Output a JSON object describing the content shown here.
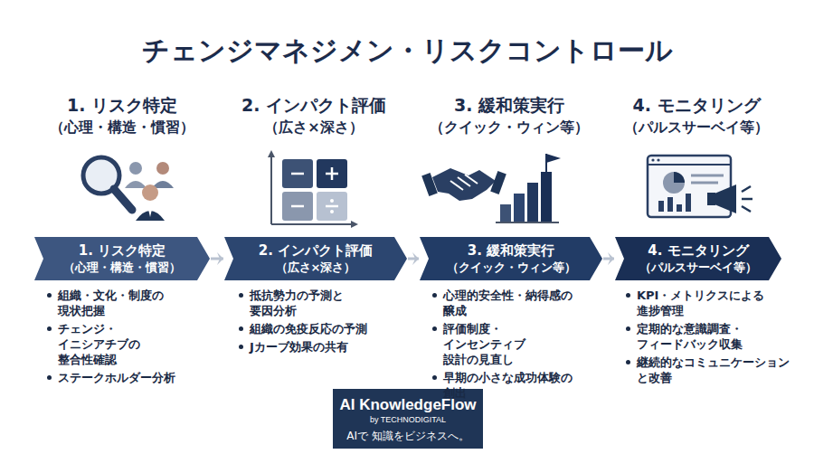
{
  "diagram": {
    "title": "チェンジマネジメン・リスクコントロール",
    "nodes": [
      {
        "text": [
          "1. リスク特定",
          "（心理・構造・慣習）"
        ]
      },
      {
        "text": [
          "2. インパクト評価",
          "（広さ×深さ）"
        ]
      },
      {
        "text": [
          "3. 緩和策実行",
          "（クイック・ウィン等）"
        ]
      },
      {
        "text": [
          "4. モニタリング",
          "（パルスサーベイ等）"
        ]
      },
      {
        "text": [
          "AI KnowledgeFlow",
          "by TECHNODIGITAL",
          "AIで 知識をビジネスへ。"
        ]
      }
    ],
    "edges": [
      {
        "from": 0,
        "to": 1,
        "arrow": "to"
      },
      {
        "from": 1,
        "to": 2,
        "arrow": "to"
      },
      {
        "from": 2,
        "to": 3,
        "arrow": "to"
      }
    ],
    "labels": [
      "1. リスク特定",
      "（心理・構造・慣習）",
      "2. インパクト評価",
      "（広さ×深さ）",
      "3. 緩和策実行",
      "（クイック・ウィン等）",
      "4. モニタリング",
      "（パルスサーベイ等）",
      "組織・文化・制度の 現状把握",
      "チェンジ・イニシアチブの 整合性確認",
      "ステークホルダー分析",
      "抵抗勢力の予測と 要因分析",
      "組織の免疫反応の予測",
      "Jカーブ効果の共有",
      "心理的安全性・納得感の 醸成",
      "評価制度・インセンティブ 設計の見直し",
      "早期の小さな成功体験の 創出",
      "KPI・メトリクスによる 進捗管理",
      "定期的な意識調査・ フィードバック収集",
      "継続的なコミュニケーション と改善"
    ]
  }
}
